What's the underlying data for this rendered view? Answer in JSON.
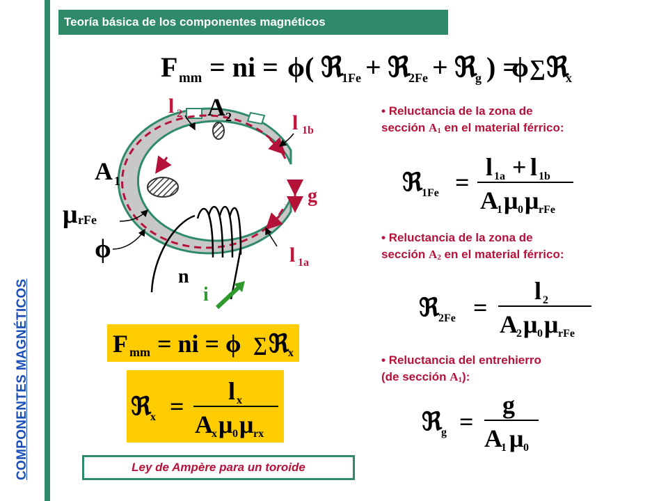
{
  "sidebar": {
    "label": "COMPONENTES MAGNÉTICOS"
  },
  "header": {
    "title": "Teoría básica de los componentes magnéticos"
  },
  "main_equation": {
    "lhs": "F",
    "lhs_sub": "mm",
    "eq1": "= ni = ",
    "phi_open": "ϕ(",
    "r1": "ℜ",
    "r1_sub": "1Fe",
    "plus1": "+",
    "r2": "ℜ",
    "r2_sub": "2Fe",
    "plus2": "+",
    "rg": "ℜ",
    "rg_sub": "g",
    "close": ") = ",
    "phi": "ϕ",
    "sum": "∑",
    "rx": "ℜ",
    "rx_sub": "x"
  },
  "diagram": {
    "label_l2": "l",
    "label_l2_sub": "2",
    "label_A2": "A",
    "label_A2_sub": "2",
    "label_l1b": "l",
    "label_l1b_sub": "1b",
    "label_A1": "A",
    "label_A1_sub": "1",
    "label_g": "g",
    "label_mu": "μ",
    "label_mu_sub": "rFe",
    "label_phi": "ϕ",
    "label_l1a": "l",
    "label_l1a_sub": "1a",
    "label_n": "n",
    "label_i": "i"
  },
  "box_eq1": {
    "lhs": "F",
    "lhs_sub": "mm",
    "mid": "= ni = ϕ",
    "sum": "∑",
    "r": "ℜ",
    "r_sub": "x"
  },
  "box_eq2": {
    "lhs": "ℜ",
    "lhs_sub": "x",
    "eq": "=",
    "num": "l",
    "num_sub": "x",
    "den_A": "A",
    "den_A_sub": "x",
    "den_mu0": "μ",
    "den_mu0_sub": "0",
    "den_mur": "μ",
    "den_mur_sub": "rx"
  },
  "bullets": [
    {
      "line1": "Reluctancia de la zona de",
      "line2_pre": "sección ",
      "area": "A",
      "area_sub": "1",
      "line2_post": " en el material férrico:"
    },
    {
      "line1": "Reluctancia de la zona de",
      "line2_pre": "sección ",
      "area": "A",
      "area_sub": "2",
      "line2_post": " en el material férrico:"
    },
    {
      "line1": "Reluctancia del entrehierro",
      "line2_pre": "(de sección ",
      "area": "A",
      "area_sub": "1",
      "line2_post": "):"
    }
  ],
  "eq_r1fe": {
    "lhs": "ℜ",
    "lhs_sub": "1Fe",
    "eq": "=",
    "num_a": "l",
    "num_a_sub": "1a",
    "plus": "+",
    "num_b": "l",
    "num_b_sub": "1b",
    "den_A": "A",
    "den_A_sub": "1",
    "den_mu0": "μ",
    "den_mu0_sub": "0",
    "den_mur": "μ",
    "den_mur_sub": "rFe"
  },
  "eq_r2fe": {
    "lhs": "ℜ",
    "lhs_sub": "2Fe",
    "eq": "=",
    "num": "l",
    "num_sub": "2",
    "den_A": "A",
    "den_A_sub": "2",
    "den_mu0": "μ",
    "den_mu0_sub": "0",
    "den_mur": "μ",
    "den_mur_sub": "rFe"
  },
  "eq_rg": {
    "lhs": "ℜ",
    "lhs_sub": "g",
    "eq": "=",
    "num": "g",
    "den_A": "A",
    "den_A_sub": "1",
    "den_mu0": "μ",
    "den_mu0_sub": "0"
  },
  "caption": {
    "text": "Ley de Ampère para un toroide"
  },
  "colors": {
    "accent_green": "#2e8a68",
    "sidebar_text": "#1a4fb8",
    "bullet_text": "#b5123a",
    "flux_dash": "#b5123a",
    "core_gray": "#c8c8c8",
    "box_yellow": "#ffcc00",
    "current_green": "#2e9a2e",
    "label_red": "#c0143c"
  }
}
